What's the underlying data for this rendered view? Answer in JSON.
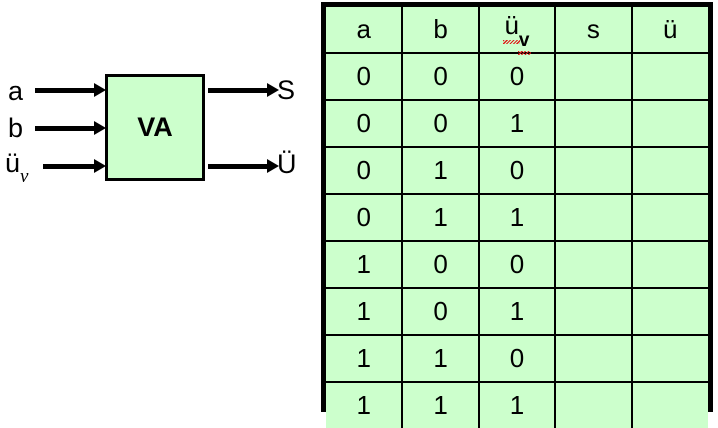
{
  "diagram": {
    "block_label": "VA",
    "inputs": [
      {
        "name": "input-a",
        "label": "a"
      },
      {
        "name": "input-b",
        "label": "b"
      },
      {
        "name": "input-uv",
        "label": "ü",
        "subscript": "v"
      }
    ],
    "outputs": [
      {
        "name": "output-s",
        "label": "S"
      },
      {
        "name": "output-ue",
        "label": "Ü"
      }
    ],
    "colors": {
      "block_fill": "#ccffcc",
      "block_stroke": "#000000",
      "arrow": "#000000"
    }
  },
  "truth_table": {
    "headers": [
      {
        "text": "a",
        "sub": "",
        "spellcheck_error": false
      },
      {
        "text": "b",
        "sub": "",
        "spellcheck_error": false
      },
      {
        "text": "ü",
        "sub": "v",
        "spellcheck_error": true
      },
      {
        "text": "s",
        "sub": "",
        "spellcheck_error": false
      },
      {
        "text": "ü",
        "sub": "",
        "spellcheck_error": false
      }
    ],
    "rows": [
      [
        "0",
        "0",
        "0",
        "",
        ""
      ],
      [
        "0",
        "0",
        "1",
        "",
        ""
      ],
      [
        "0",
        "1",
        "0",
        "",
        ""
      ],
      [
        "0",
        "1",
        "1",
        "",
        ""
      ],
      [
        "1",
        "0",
        "0",
        "",
        ""
      ],
      [
        "1",
        "0",
        "1",
        "",
        ""
      ],
      [
        "1",
        "1",
        "0",
        "",
        ""
      ],
      [
        "1",
        "1",
        "1",
        "",
        ""
      ]
    ],
    "colors": {
      "cell_fill": "#ccffcc",
      "grid": "#000000",
      "spellcheck_underline": "#e01b1b"
    }
  },
  "chart_data": {
    "type": "table",
    "title": "",
    "categories": [
      "a",
      "b",
      "üv",
      "s",
      "ü"
    ],
    "rows": [
      [
        "0",
        "0",
        "0",
        "",
        ""
      ],
      [
        "0",
        "0",
        "1",
        "",
        ""
      ],
      [
        "0",
        "1",
        "0",
        "",
        ""
      ],
      [
        "0",
        "1",
        "1",
        "",
        ""
      ],
      [
        "1",
        "0",
        "0",
        "",
        ""
      ],
      [
        "1",
        "0",
        "1",
        "",
        ""
      ],
      [
        "1",
        "1",
        "0",
        "",
        ""
      ],
      [
        "1",
        "1",
        "1",
        "",
        ""
      ]
    ]
  }
}
